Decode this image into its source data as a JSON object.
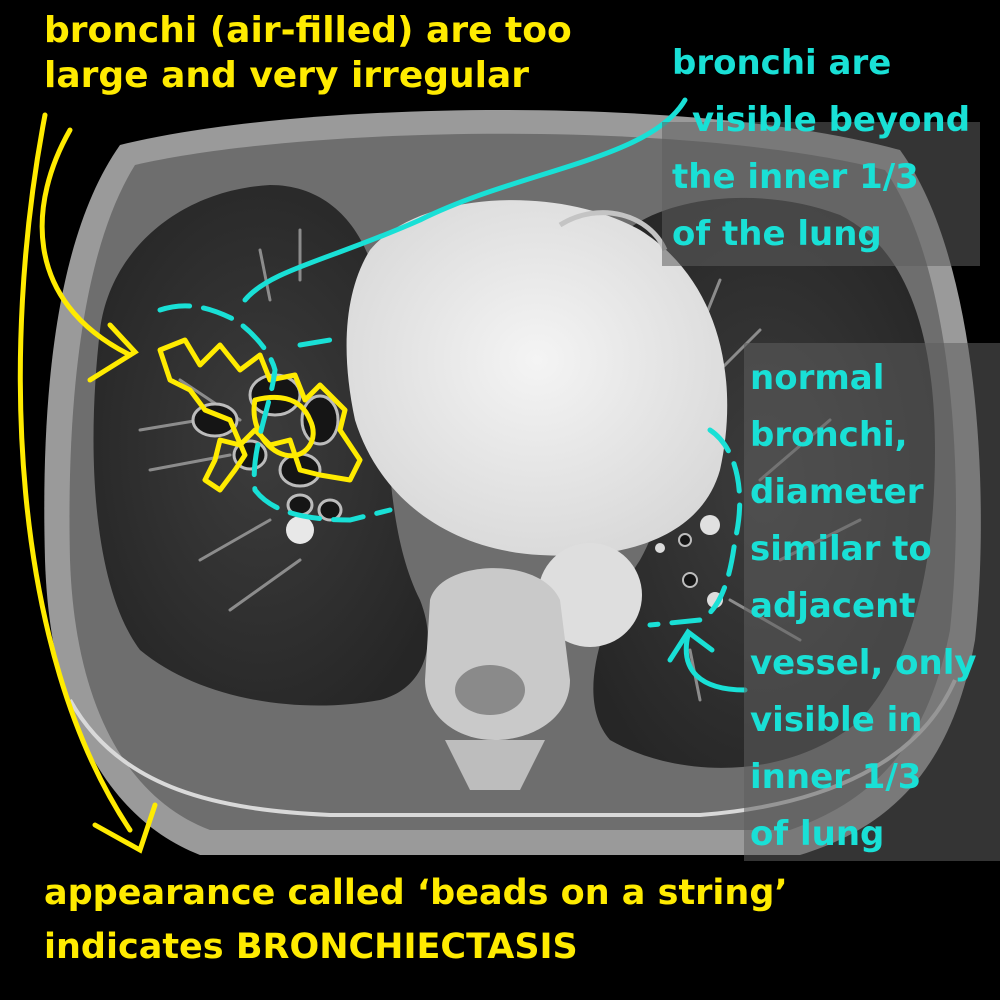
{
  "colors": {
    "yellow_annotation": "#ffeb00",
    "cyan_annotation": "#19e0d6",
    "background": "#000000"
  },
  "annotations": {
    "top_left": "bronchi (air-filled) are too large and very irregular",
    "top_left_lines": [
      "bronchi (air-filled) are too",
      "large and very irregular"
    ],
    "top_right": "bronchi are visible beyond the inner 1/3 of the lung",
    "top_right_lines": [
      "bronchi are",
      "visible beyond",
      "the inner 1/3",
      "of the lung"
    ],
    "right": "normal bronchi, diameter similar to adjacent vessel, only visible in inner 1/3 of lung",
    "right_lines": [
      "normal",
      "bronchi,",
      "diameter",
      "similar to",
      "adjacent",
      "vessel, only",
      "visible in",
      "inner 1/3",
      "of lung"
    ],
    "bottom": "appearance called ‘beads on a string’ indicates BRONCHIECTASIS",
    "bottom_lines": [
      "appearance called ‘beads on a string’",
      "indicates BRONCHIECTASIS"
    ]
  }
}
